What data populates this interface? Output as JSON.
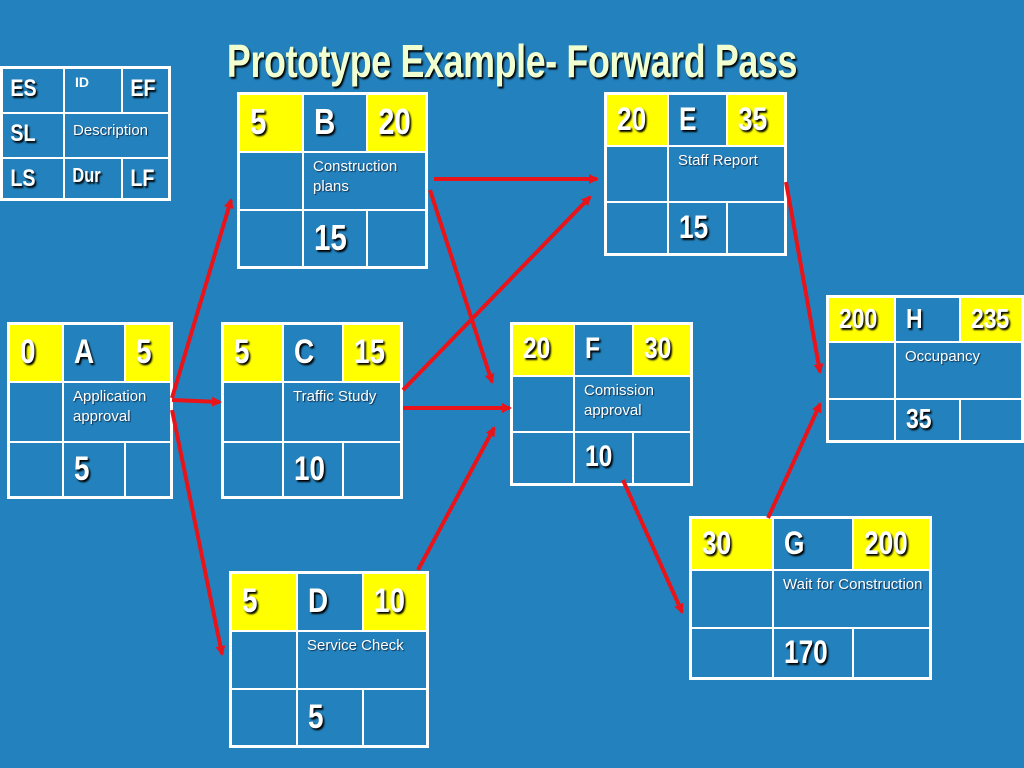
{
  "title": "Prototype Example- Forward Pass",
  "legend": {
    "es": "ES",
    "id": "ID",
    "ef": "EF",
    "sl": "SL",
    "description": "Description",
    "ls": "LS",
    "dur": "Dur",
    "lf": "LF"
  },
  "nodes": {
    "A": {
      "es": "0",
      "id": "A",
      "ef": "5",
      "description": "Application approval",
      "dur": "5"
    },
    "B": {
      "es": "5",
      "id": "B",
      "ef": "20",
      "description": "Construction plans",
      "dur": "15"
    },
    "C": {
      "es": "5",
      "id": "C",
      "ef": "15",
      "description": "Traffic Study",
      "dur": "10"
    },
    "D": {
      "es": "5",
      "id": "D",
      "ef": "10",
      "description": "Service Check",
      "dur": "5"
    },
    "E": {
      "es": "20",
      "id": "E",
      "ef": "35",
      "description": "Staff Report",
      "dur": "15"
    },
    "F": {
      "es": "20",
      "id": "F",
      "ef": "30",
      "description": "Comission approval",
      "dur": "10"
    },
    "G": {
      "es": "30",
      "id": "G",
      "ef": "200",
      "description": "Wait for Construction",
      "dur": "170"
    },
    "H": {
      "es": "200",
      "id": "H",
      "ef": "235",
      "description": "Occupancy",
      "dur": "35"
    }
  },
  "colors": {
    "background": "#2382bd",
    "highlight": "#ffff00",
    "arrow": "#e8141a",
    "title": "#f1ffd0"
  }
}
